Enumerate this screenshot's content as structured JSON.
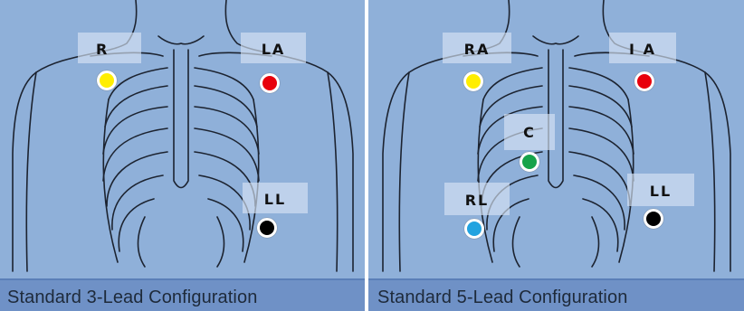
{
  "panels": [
    {
      "caption": "Standard 3-Lead Configuration",
      "electrodes": [
        {
          "label": "R",
          "color": "#ffee00"
        },
        {
          "label": "LA",
          "color": "#e8000b"
        },
        {
          "label": "LL",
          "color": "#000000"
        }
      ]
    },
    {
      "caption": "Standard 5-Lead Configuration",
      "electrodes": [
        {
          "label": "RA",
          "color": "#ffee00"
        },
        {
          "label": "I A",
          "color": "#e8000b"
        },
        {
          "label": "C",
          "color": "#16a34a"
        },
        {
          "label": "RL",
          "color": "#22a3e0"
        },
        {
          "label": "LL",
          "color": "#000000"
        }
      ]
    }
  ]
}
